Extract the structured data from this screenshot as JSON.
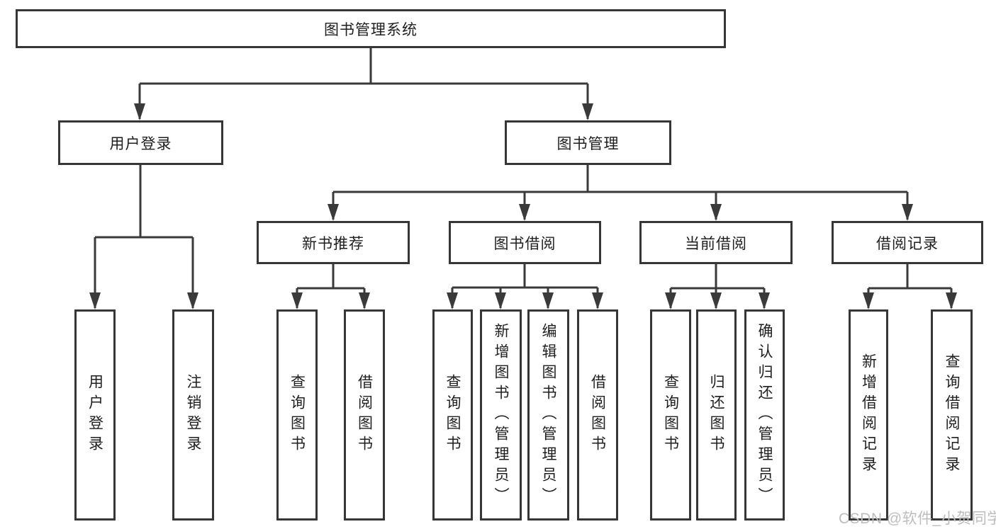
{
  "diagram": {
    "title": "图书管理系统",
    "watermark": "CSDN @软件_小贺同学",
    "colors": {
      "line": "#3a3a3a",
      "box_border": "#363636",
      "text": "#1e1e1e",
      "watermark": "#bdbdbd",
      "background": "#ffffff"
    },
    "level2": [
      {
        "label": "用户登录"
      },
      {
        "label": "图书管理"
      }
    ],
    "level3": [
      {
        "label": "新书推荐",
        "parent": "图书管理"
      },
      {
        "label": "图书借阅",
        "parent": "图书管理"
      },
      {
        "label": "当前借阅",
        "parent": "图书管理"
      },
      {
        "label": "借阅记录",
        "parent": "图书管理"
      }
    ],
    "leaves": [
      {
        "label": "用户登录",
        "parent": "用户登录"
      },
      {
        "label": "注销登录",
        "parent": "用户登录"
      },
      {
        "label": "查询图书",
        "parent": "新书推荐"
      },
      {
        "label": "借阅图书",
        "parent": "新书推荐"
      },
      {
        "label": "查询图书",
        "parent": "图书借阅"
      },
      {
        "label": "新增图书（管理员）",
        "parent": "图书借阅"
      },
      {
        "label": "编辑图书（管理员）",
        "parent": "图书借阅"
      },
      {
        "label": "借阅图书",
        "parent": "图书借阅"
      },
      {
        "label": "查询图书",
        "parent": "当前借阅"
      },
      {
        "label": "归还图书",
        "parent": "当前借阅"
      },
      {
        "label": "确认归还（管理员）",
        "parent": "当前借阅"
      },
      {
        "label": "新增借阅记录",
        "parent": "借阅记录"
      },
      {
        "label": "查询借阅记录",
        "parent": "借阅记录"
      }
    ]
  }
}
